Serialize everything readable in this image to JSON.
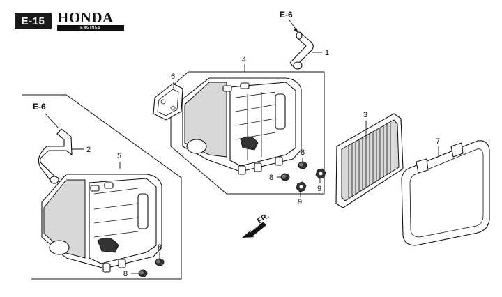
{
  "header": {
    "page_code": "E-15",
    "brand_name": "HONDA",
    "brand_subtitle": "ENGINES"
  },
  "cross_references": [
    {
      "id": "ref-top",
      "text": "E-6"
    },
    {
      "id": "ref-left",
      "text": "E-6"
    }
  ],
  "callouts": {
    "c1": "1",
    "c2": "2",
    "c3": "3",
    "c4": "4",
    "c5": "5",
    "c6": "6",
    "c7": "7",
    "c8a": "8",
    "c8b": "8",
    "c8c": "8",
    "c8d": "8",
    "c9a": "9",
    "c9b": "9"
  },
  "direction": {
    "label": "FR."
  }
}
